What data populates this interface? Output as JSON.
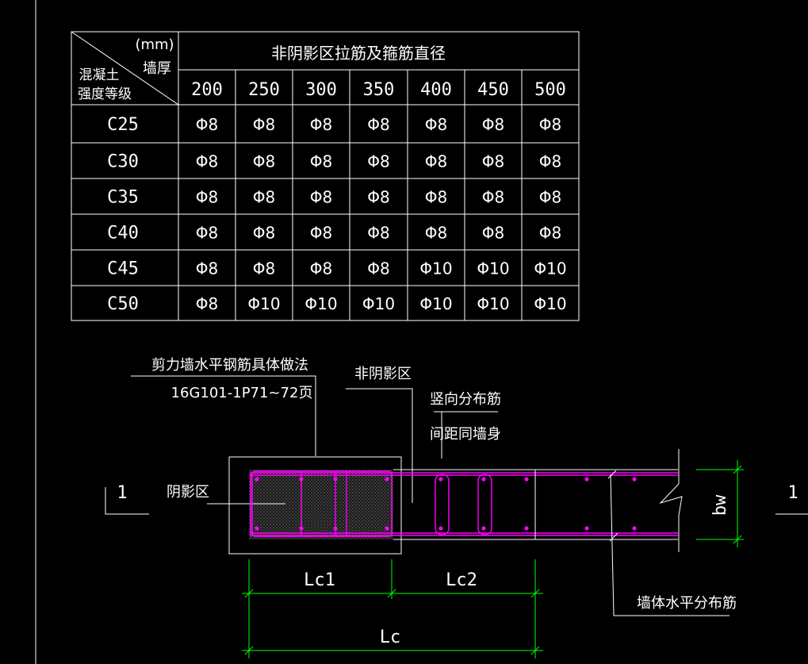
{
  "table": {
    "corner_unit": "(mm)",
    "corner_top_right": "墙厚",
    "corner_bottom_left_line1": "混凝土",
    "corner_bottom_left_line2": "强度等级",
    "header_title": "非阴影区拉筋及箍筋直径",
    "thickness": [
      "200",
      "250",
      "300",
      "350",
      "400",
      "450",
      "500"
    ],
    "rows": [
      {
        "grade": "C25",
        "cells": [
          "Φ8",
          "Φ8",
          "Φ8",
          "Φ8",
          "Φ8",
          "Φ8",
          "Φ8"
        ]
      },
      {
        "grade": "C30",
        "cells": [
          "Φ8",
          "Φ8",
          "Φ8",
          "Φ8",
          "Φ8",
          "Φ8",
          "Φ8"
        ]
      },
      {
        "grade": "C35",
        "cells": [
          "Φ8",
          "Φ8",
          "Φ8",
          "Φ8",
          "Φ8",
          "Φ8",
          "Φ8"
        ]
      },
      {
        "grade": "C40",
        "cells": [
          "Φ8",
          "Φ8",
          "Φ8",
          "Φ8",
          "Φ8",
          "Φ8",
          "Φ8"
        ]
      },
      {
        "grade": "C45",
        "cells": [
          "Φ8",
          "Φ8",
          "Φ8",
          "Φ8",
          "Φ10",
          "Φ10",
          "Φ10"
        ]
      },
      {
        "grade": "C50",
        "cells": [
          "Φ8",
          "Φ10",
          "Φ10",
          "Φ10",
          "Φ10",
          "Φ10",
          "Φ10"
        ]
      }
    ]
  },
  "drawing": {
    "note_line1": "剪力墙水平钢筋具体做法",
    "note_line2": "16G101-1P71~72页",
    "non_shadow_zone": "非阴影区",
    "vertical_bar_line1": "竖向分布筋",
    "vertical_bar_line2": "间距同墙身",
    "shadow_zone": "阴影区",
    "section_mark_left": "1",
    "section_mark_right": "1",
    "bw_label": "bw",
    "lc1_label": "Lc1",
    "lc2_label": "Lc2",
    "lc_label": "Lc",
    "horizontal_bar_label": "墙体水平分布筋"
  },
  "colors": {
    "background": "#000000",
    "line": "#ffffff",
    "rebar": "#ff00ff",
    "dimension": "#00ff00"
  }
}
